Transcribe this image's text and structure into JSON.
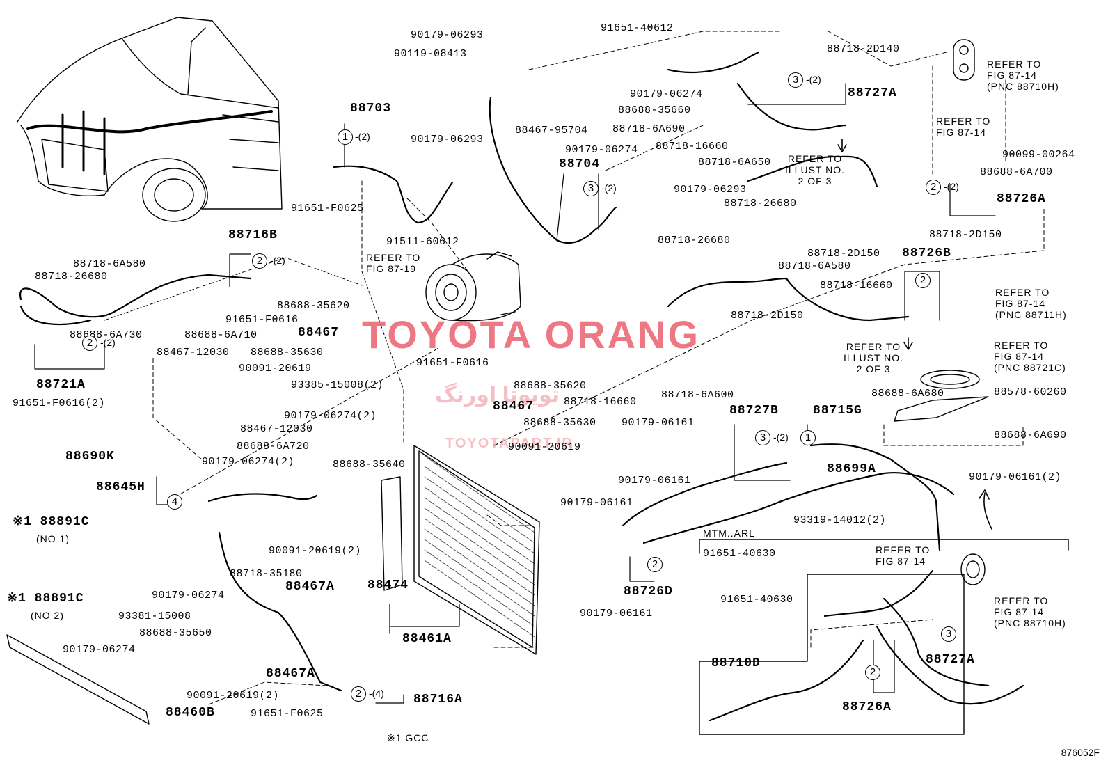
{
  "diagram_id": "876052F",
  "watermark": {
    "brand": "TOYOTA ORANG",
    "arabic": "تویوتا اورنگ",
    "url": "TOYOTAPART.IR"
  },
  "notes": {
    "refer_87_19": "REFER TO\nFIG 87-19",
    "refer_87_14_top": "REFER TO\nFIG 87-14\n(PNC 88710H)",
    "refer_87_14_a": "REFER TO\nFIG 87-14",
    "refer_87_14_b": "REFER TO\nFIG 87-14\n(PNC 88711H)",
    "refer_87_14_c": "REFER TO\nFIG 87-14\n(PNC 88721C)",
    "refer_87_14_d": "REFER TO\nFIG 87-14",
    "refer_87_14_e": "REFER TO\nFIG 87-14\n(PNC 88710H)",
    "illust_a": "REFER TO\nILLUST NO.\n2 OF 3",
    "illust_b": "REFER TO\nILLUST NO.\n2 OF 3",
    "mtm_arl": "MTM..ARL",
    "gcc": "※1 GCC",
    "no1": "(NO 1)",
    "no2": "(NO 2)"
  },
  "labels": [
    {
      "id": "l1",
      "text": "90179-06293"
    },
    {
      "id": "l2",
      "text": "90119-08413"
    },
    {
      "id": "l3",
      "text": "91651-40612"
    },
    {
      "id": "l4",
      "text": "88718-2D140"
    },
    {
      "id": "l5",
      "text": "90179-06274"
    },
    {
      "id": "l6",
      "text": "88727A",
      "big": true
    },
    {
      "id": "l7",
      "text": "88688-35660"
    },
    {
      "id": "l8",
      "text": "88467-95704"
    },
    {
      "id": "l9",
      "text": "88718-6A690"
    },
    {
      "id": "l10",
      "text": "88718-16660"
    },
    {
      "id": "l11",
      "text": "88718-6A650"
    },
    {
      "id": "l12",
      "text": "88703",
      "big": true
    },
    {
      "id": "l13",
      "text": "90179-06293"
    },
    {
      "id": "l14",
      "text": "90179-06274"
    },
    {
      "id": "l15",
      "text": "88704",
      "big": true
    },
    {
      "id": "l16",
      "text": "90179-06293"
    },
    {
      "id": "l17",
      "text": "91651-F0625"
    },
    {
      "id": "l18",
      "text": "91511-60612"
    },
    {
      "id": "l19",
      "text": "90099-00264"
    },
    {
      "id": "l20",
      "text": "88688-6A700"
    },
    {
      "id": "l21",
      "text": "88718-26680"
    },
    {
      "id": "l22",
      "text": "88726A",
      "big": true
    },
    {
      "id": "l23",
      "text": "88718-26680"
    },
    {
      "id": "l24",
      "text": "88718-2D150"
    },
    {
      "id": "l25",
      "text": "88718-2D150"
    },
    {
      "id": "l26",
      "text": "88716B",
      "big": true
    },
    {
      "id": "l27",
      "text": "88718-6A580"
    },
    {
      "id": "l28",
      "text": "88718-26680"
    },
    {
      "id": "l29",
      "text": "88726B",
      "big": true
    },
    {
      "id": "l30",
      "text": "88718-6A580"
    },
    {
      "id": "l31",
      "text": "88718-16660"
    },
    {
      "id": "l32",
      "text": "88688-35620"
    },
    {
      "id": "l33",
      "text": "91651-F0616"
    },
    {
      "id": "l34",
      "text": "88467",
      "big": true
    },
    {
      "id": "l35",
      "text": "88688-6A730"
    },
    {
      "id": "l36",
      "text": "88688-6A710"
    },
    {
      "id": "l37",
      "text": "88467-12030"
    },
    {
      "id": "l38",
      "text": "88688-35630"
    },
    {
      "id": "l39",
      "text": "88718-2D150"
    },
    {
      "id": "l40",
      "text": "90091-20619"
    },
    {
      "id": "l41",
      "text": "91651-F0616"
    },
    {
      "id": "l42",
      "text": "88721A",
      "big": true
    },
    {
      "id": "l43",
      "text": "91651-F0616(2)"
    },
    {
      "id": "l44",
      "text": "93385-15008(2)"
    },
    {
      "id": "l45",
      "text": "88688-35620"
    },
    {
      "id": "l46",
      "text": "90179-06274(2)"
    },
    {
      "id": "l47",
      "text": "88467",
      "big": true
    },
    {
      "id": "l48",
      "text": "88718-16660"
    },
    {
      "id": "l49",
      "text": "88467-12030"
    },
    {
      "id": "l50",
      "text": "88718-6A600"
    },
    {
      "id": "l51",
      "text": "88688-6A680"
    },
    {
      "id": "l52",
      "text": "88578-60260"
    },
    {
      "id": "l53",
      "text": "88688-35630"
    },
    {
      "id": "l54",
      "text": "88688-6A720"
    },
    {
      "id": "l55",
      "text": "90179-06161"
    },
    {
      "id": "l56",
      "text": "88727B",
      "big": true
    },
    {
      "id": "l57",
      "text": "88715G",
      "big": true
    },
    {
      "id": "l58",
      "text": "88690K",
      "big": true
    },
    {
      "id": "l59",
      "text": "90091-20619"
    },
    {
      "id": "l60",
      "text": "90179-06274(2)"
    },
    {
      "id": "l61",
      "text": "88688-6A690"
    },
    {
      "id": "l62",
      "text": "88688-35640"
    },
    {
      "id": "l63",
      "text": "90179-06161"
    },
    {
      "id": "l64",
      "text": "88699A",
      "big": true
    },
    {
      "id": "l65",
      "text": "90179-06161(2)"
    },
    {
      "id": "l66",
      "text": "88645H",
      "big": true
    },
    {
      "id": "l67",
      "text": "90179-06161"
    },
    {
      "id": "l68",
      "text": "93319-14012(2)"
    },
    {
      "id": "l69",
      "text": "※1 88891C",
      "big": true
    },
    {
      "id": "l70",
      "text": "90091-20619(2)"
    },
    {
      "id": "l71",
      "text": "91651-40630"
    },
    {
      "id": "l72",
      "text": "88718-35180"
    },
    {
      "id": "l73",
      "text": "88467A",
      "big": true
    },
    {
      "id": "l74",
      "text": "88474",
      "big": true
    },
    {
      "id": "l75",
      "text": "88726D",
      "big": true
    },
    {
      "id": "l76",
      "text": "90179-06274"
    },
    {
      "id": "l77",
      "text": "90179-06161"
    },
    {
      "id": "l78",
      "text": "※1 88891C",
      "big": true
    },
    {
      "id": "l79",
      "text": "88461A",
      "big": true
    },
    {
      "id": "l80",
      "text": "91651-40630"
    },
    {
      "id": "l81",
      "text": "93381-15008"
    },
    {
      "id": "l82",
      "text": "88688-35650"
    },
    {
      "id": "l83",
      "text": "90179-06274"
    },
    {
      "id": "l84",
      "text": "88710D",
      "big": true
    },
    {
      "id": "l85",
      "text": "88727A",
      "big": true
    },
    {
      "id": "l86",
      "text": "88467A",
      "big": true
    },
    {
      "id": "l87",
      "text": "90091-20619(2)"
    },
    {
      "id": "l88",
      "text": "88460B",
      "big": true
    },
    {
      "id": "l89",
      "text": "91651-F0625"
    },
    {
      "id": "l90",
      "text": "88716A",
      "big": true
    },
    {
      "id": "l91",
      "text": "88726A",
      "big": true
    }
  ],
  "callouts": [
    {
      "id": "c1",
      "num": "1",
      "qty": "-(2)"
    },
    {
      "id": "c2",
      "num": "3",
      "qty": "-(2)"
    },
    {
      "id": "c3",
      "num": "3",
      "qty": "-(2)"
    },
    {
      "id": "c4",
      "num": "2",
      "qty": "-(2)"
    },
    {
      "id": "c5",
      "num": "2",
      "qty": "-(2)"
    },
    {
      "id": "c6",
      "num": "2",
      "qty": ""
    },
    {
      "id": "c7",
      "num": "2",
      "qty": "-(2)"
    },
    {
      "id": "c8",
      "num": "3",
      "qty": "-(2)"
    },
    {
      "id": "c9",
      "num": "1",
      "qty": ""
    },
    {
      "id": "c10",
      "num": "4",
      "qty": ""
    },
    {
      "id": "c11",
      "num": "2",
      "qty": ""
    },
    {
      "id": "c12",
      "num": "3",
      "qty": ""
    },
    {
      "id": "c13",
      "num": "2",
      "qty": ""
    },
    {
      "id": "c14",
      "num": "2",
      "qty": "-(4)"
    }
  ]
}
